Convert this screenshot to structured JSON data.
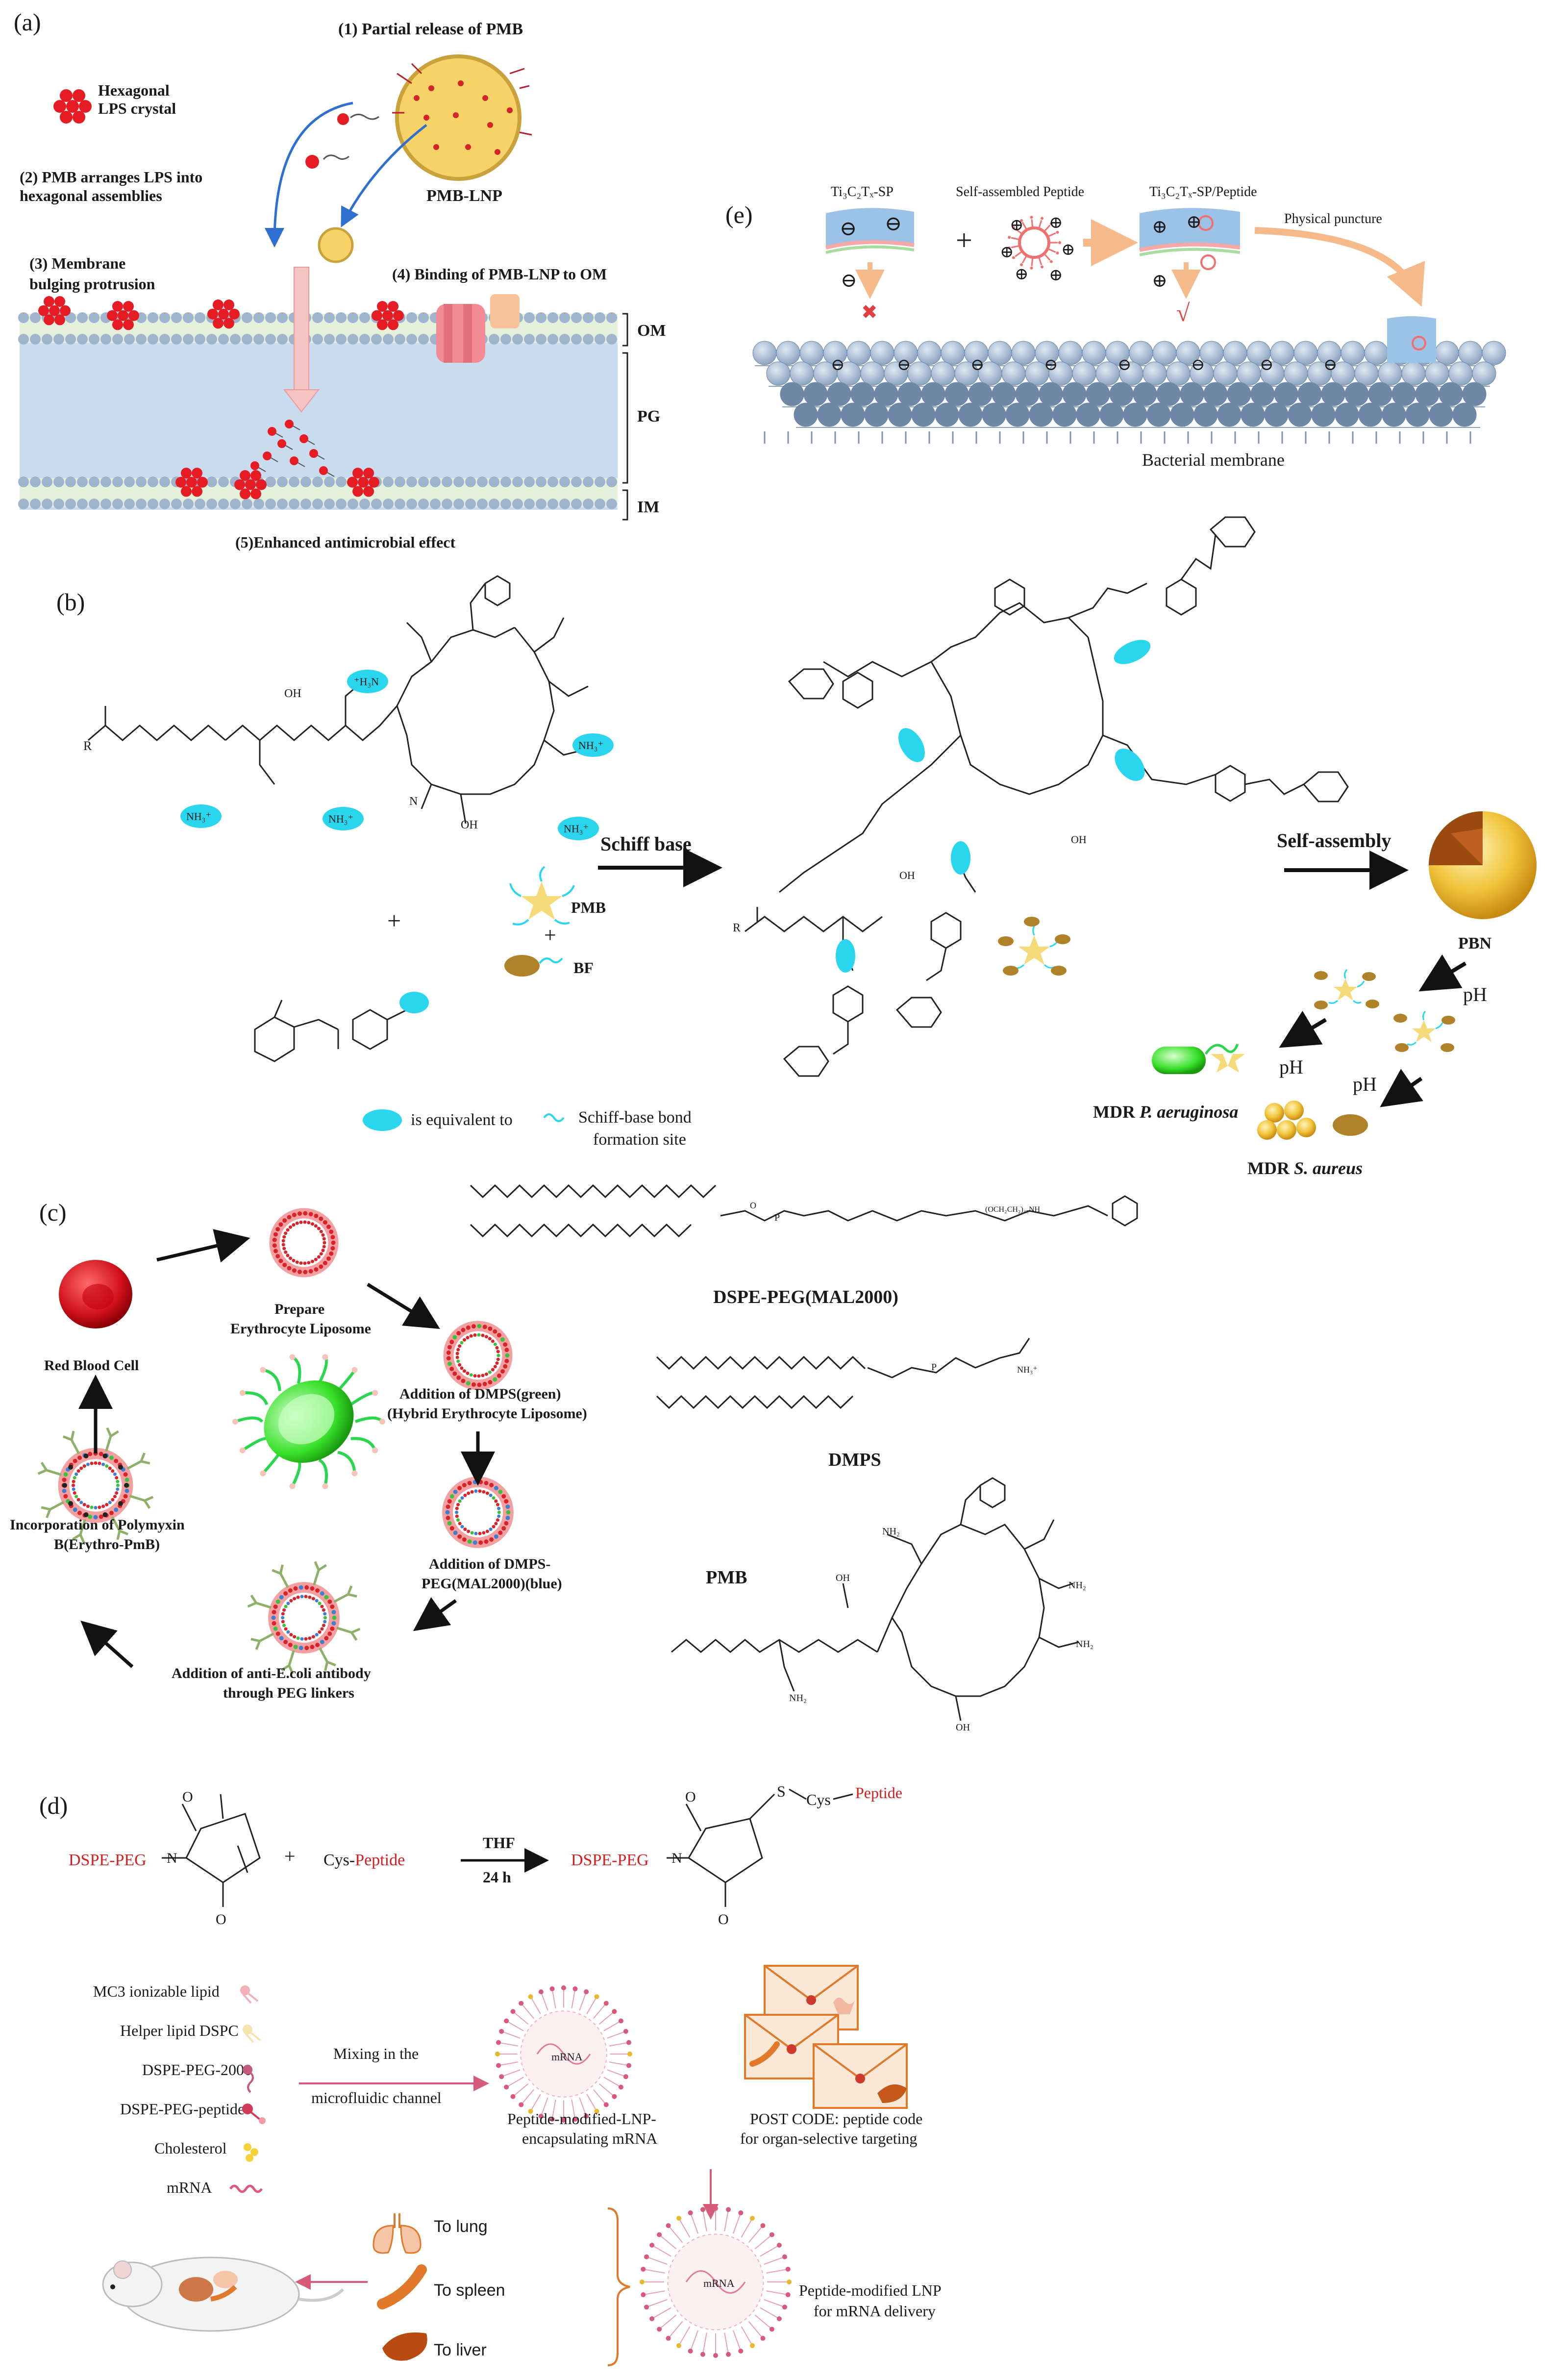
{
  "panel_a": {
    "label": "(a)",
    "step1": "(1) Partial release of PMB",
    "legend_line1": "Hexagonal",
    "legend_line2": "LPS crystal",
    "step2_line1": "(2) PMB arranges LPS into",
    "step2_line2": "hexagonal assemblies",
    "nano_label": "PMB-LNP",
    "step3_line1": "(3) Membrane",
    "step3_line2": "bulging protrusion",
    "step4": "(4) Binding of PMB-LNP to OM",
    "om": "OM",
    "pg": "PG",
    "im": "IM",
    "step5": "(5)Enhanced antimicrobial effect"
  },
  "panel_e": {
    "label": "(e)",
    "sheet_left": "Ti₃C₂Tₓ-SP",
    "peptide": "Self-assembled  Peptide",
    "sheet_right": "Ti₃C₂Tₓ-SP/Peptide",
    "plus": "+",
    "puncture": "Physical puncture",
    "membrane": "Bacterial membrane",
    "minus": "⊖",
    "pos": "⊕",
    "cross": "✖",
    "check": "√"
  },
  "panel_b": {
    "label": "(b)",
    "r_group": "R",
    "amine_charged": "NH₃⁺",
    "amine_left": "⁺H₃N",
    "oh": "OH",
    "nh": "N",
    "plus": "+",
    "plus2": "+",
    "pmb": "PMB",
    "bf": "BF",
    "schiff_base": "Schiff base",
    "self_assembly": "Self-assembly",
    "pbn": "PBN",
    "ph": "pH",
    "mdr_p_prefix": "MDR ",
    "mdr_p_species": "P. aeruginosa",
    "mdr_s_prefix": "MDR ",
    "mdr_s_species": "S. aureus",
    "legend_equiv": "is equivalent to",
    "legend_site_line1": "Schiff-base bond",
    "legend_site_line2": "formation site"
  },
  "panel_c": {
    "label": "(c)",
    "prepare_line1": "Prepare",
    "prepare_line2": "Erythrocyte Liposome",
    "rbc": "Red Blood Cell",
    "dmps_line1": "Addition of DMPS(green)",
    "dmps_line2": "(Hybrid Erythrocyte Liposome)",
    "dmpspeg_line1": "Addition of DMPS-",
    "dmpspeg_line2": "PEG(MAL2000)(blue)",
    "antibody_line1": "Addition of anti-E.coli antibody",
    "antibody_line2": "through PEG linkers",
    "pmb_line1": "Incorporation of Polymyxin",
    "pmb_line2": "B(Erythro-PmB)",
    "dspe_peg": "DSPE-PEG(MAL2000)",
    "dmps": "DMPS",
    "pmb": "PMB",
    "peg_unit": "(OCH₂CH₂)₄₅NH",
    "nh3": "NH₃⁺",
    "nh2": "NH₂",
    "oh": "OH",
    "o": "O",
    "p": "P"
  },
  "panel_d": {
    "label": "(d)",
    "dspe_peg": "DSPE-PEG",
    "plus": "+",
    "cys": "Cys-",
    "peptide": "Peptide",
    "thf": "THF",
    "time": "24 h",
    "s_cys": "S",
    "cys_only": "Cys",
    "o": "O",
    "n": "N",
    "components": [
      "MC3 ionizable lipid",
      "Helper lipid DSPC",
      "DSPE-PEG-2000",
      "DSPE-PEG-peptide",
      "Cholesterol",
      "mRNA"
    ],
    "mixing_line1": "Mixing in the",
    "mixing_line2": "microfluidic channel",
    "lnp_line1": "Peptide-modified-LNP-",
    "lnp_line2": "encapsulating mRNA",
    "mrna_core": "mRNA",
    "post_code_line1": "POST CODE: peptide code",
    "post_code_line2": "for organ-selective targeting",
    "to_lung": "To lung",
    "to_spleen": "To spleen",
    "to_liver": "To liver",
    "delivery_line1": "Peptide-modified LNP",
    "delivery_line2": "for mRNA delivery"
  },
  "colors": {
    "lps": "#e51c23",
    "lipid_head": "#9fb3cc",
    "periplasm": "#c9dcef",
    "membrane_core": "#e4f0dc",
    "cyan_site": "#2ad6ee",
    "gold": "#e8b82e",
    "arrow_blue": "#2f6fd0",
    "pink": "#f4a8a8",
    "liposome_red": "#d8232a",
    "accent_red": "#d62020"
  }
}
